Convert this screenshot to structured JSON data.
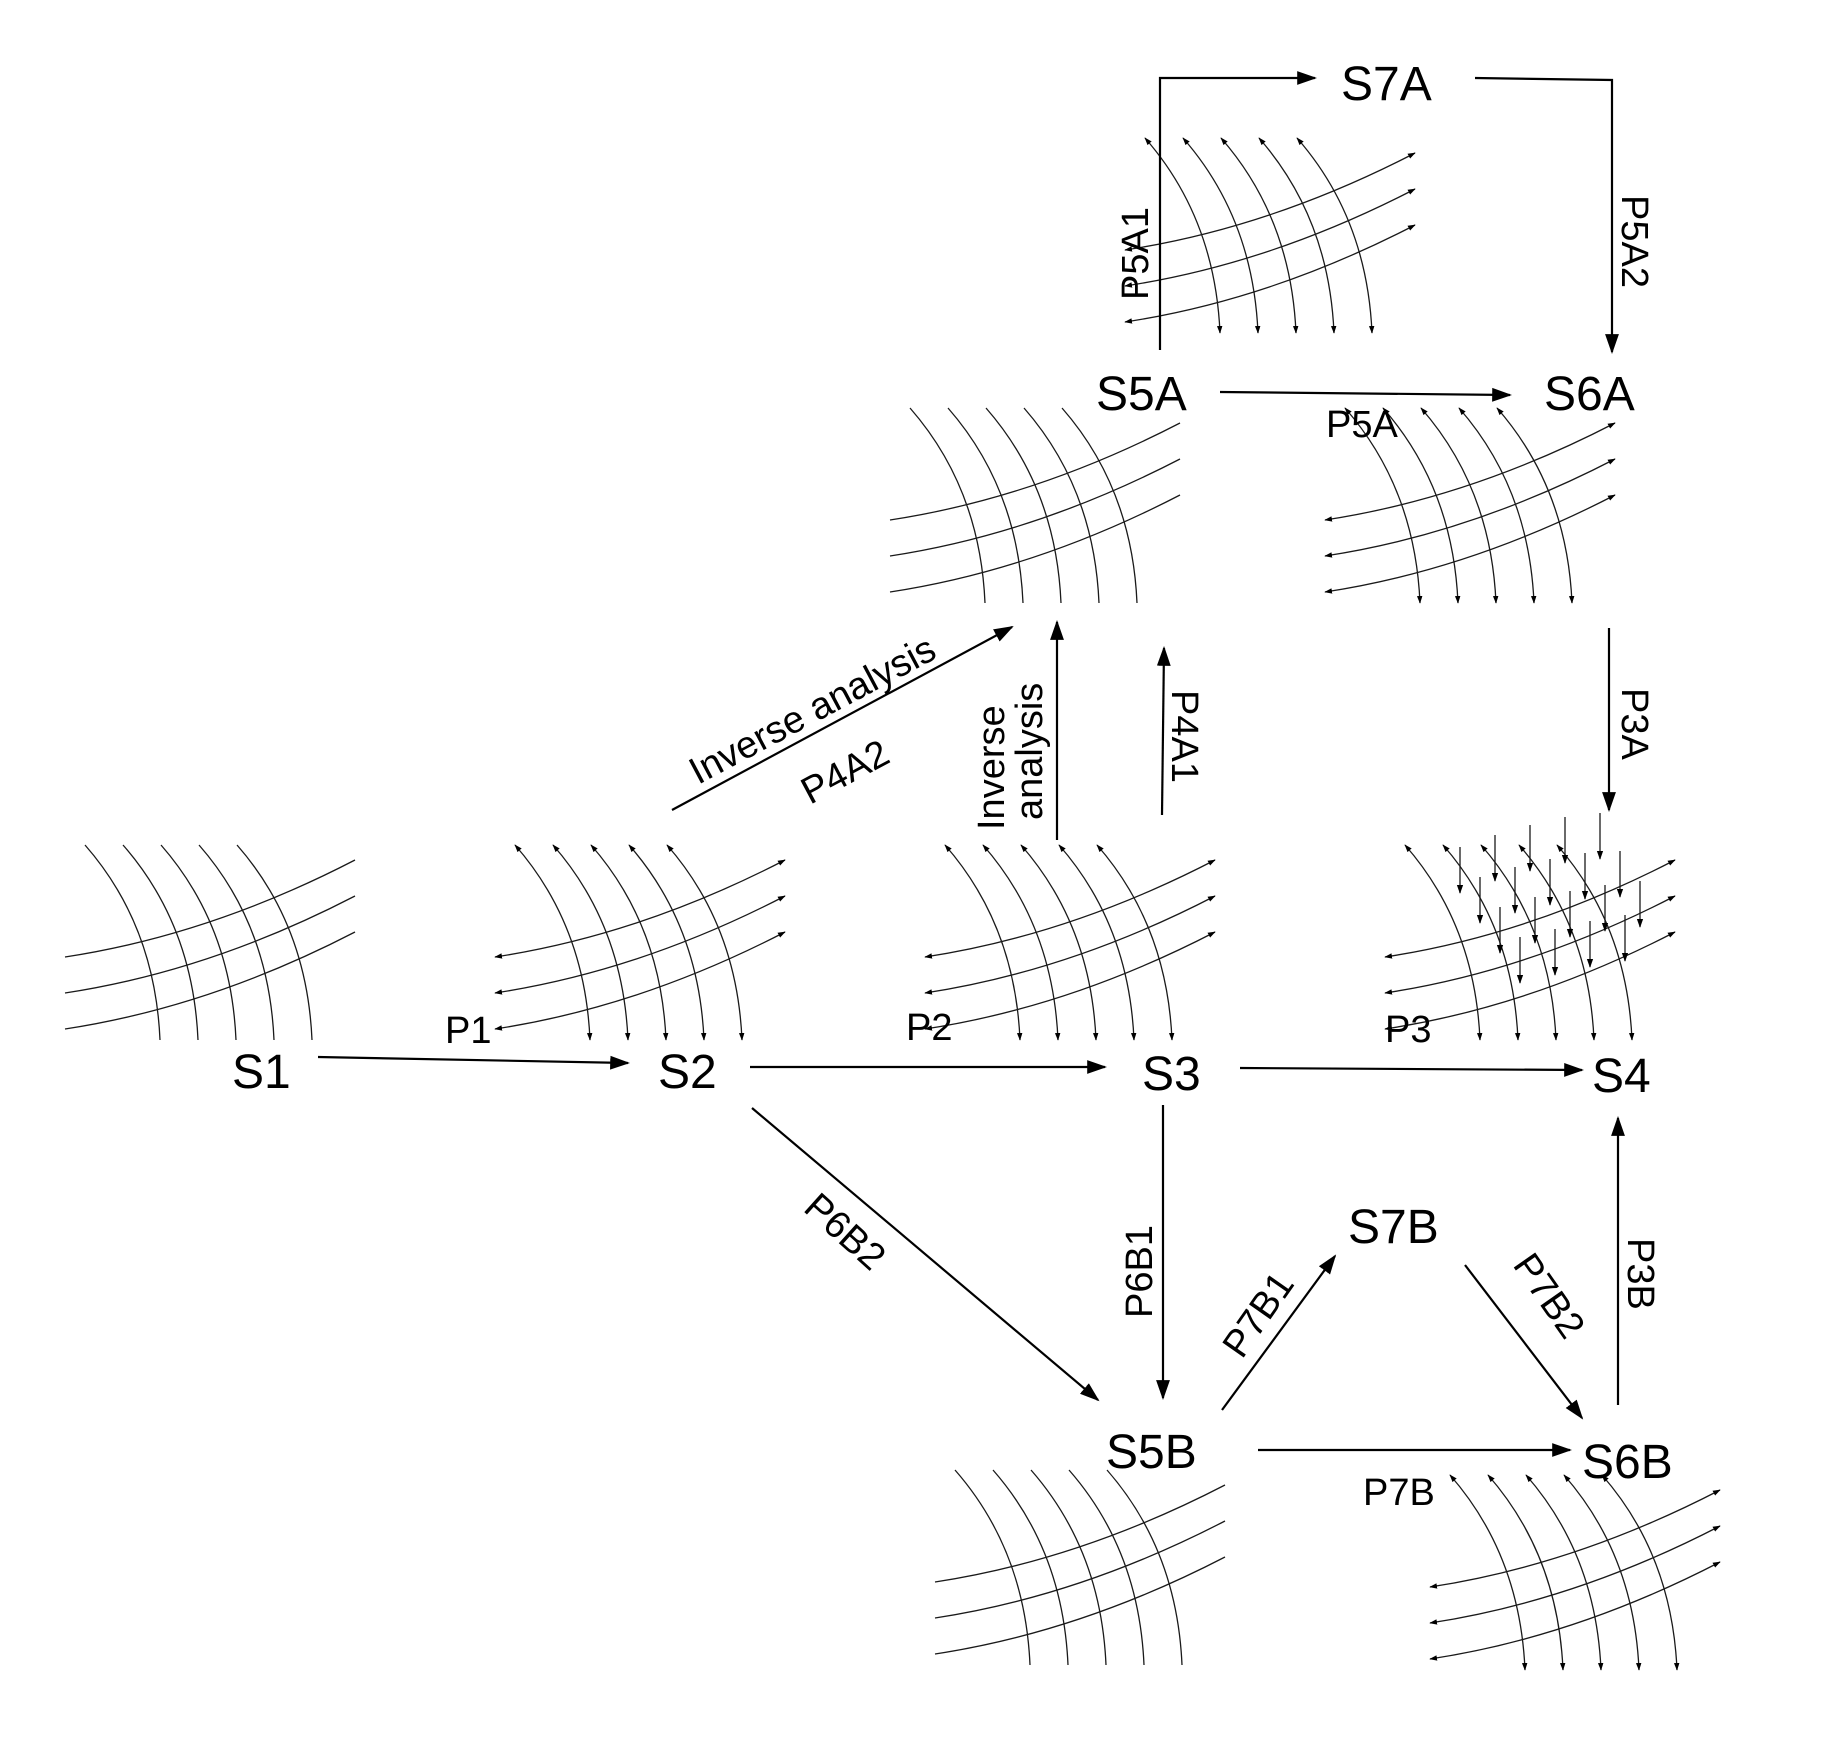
{
  "states": {
    "s1": "S1",
    "s2": "S2",
    "s3": "S3",
    "s4": "S4",
    "s5a": "S5A",
    "s6a": "S6A",
    "s7a": "S7A",
    "s5b": "S5B",
    "s6b": "S6B",
    "s7b": "S7B"
  },
  "paths": {
    "p1": "P1",
    "p2": "P2",
    "p3": "P3",
    "p3a": "P3A",
    "p3b": "P3B",
    "p4a1": "P4A1",
    "p4a2": "P4A2",
    "p5a": "P5A",
    "p5a1": "P5A1",
    "p5a2": "P5A2",
    "p6b1": "P6B1",
    "p6b2": "P6B2",
    "p7b": "P7B",
    "p7b1": "P7B1",
    "p7b2": "P7B2"
  },
  "annotations": {
    "inverse_diag": "Inverse analysis",
    "inverse_vert_line1": "Inverse",
    "inverse_vert_line2": "analysis"
  },
  "grids": [
    {
      "id": "s1",
      "arrows": "none"
    },
    {
      "id": "s2",
      "arrows": "both"
    },
    {
      "id": "s3",
      "arrows": "both"
    },
    {
      "id": "s4",
      "arrows": "both-with-load"
    },
    {
      "id": "s5a",
      "arrows": "none"
    },
    {
      "id": "s6a",
      "arrows": "both"
    },
    {
      "id": "s7a",
      "arrows": "both"
    },
    {
      "id": "s5b",
      "arrows": "none"
    },
    {
      "id": "s6b",
      "arrows": "both"
    }
  ]
}
